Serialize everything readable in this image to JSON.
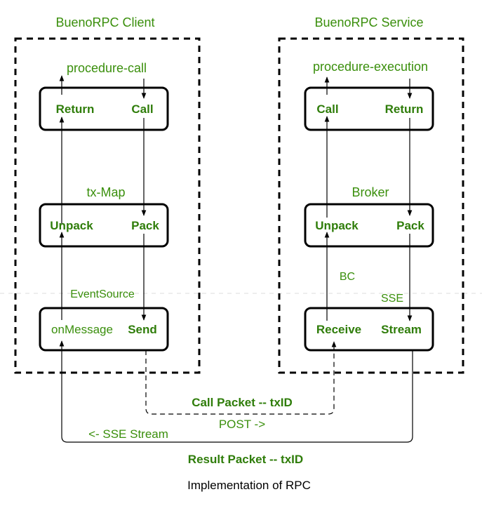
{
  "title": "Implementation of RPC",
  "client": {
    "title": "BuenoRPC Client",
    "top_label": "procedure-call",
    "layer1": {
      "left": "Return",
      "right": "Call"
    },
    "middle_label": "tx-Map",
    "layer2": {
      "left": "Unpack",
      "right": "Pack"
    },
    "transport_label": "EventSource",
    "layer3": {
      "left": "onMessage",
      "right": "Send"
    }
  },
  "service": {
    "title": "BuenoRPC Service",
    "top_label": "procedure-execution",
    "layer1": {
      "left": "Call",
      "right": "Return"
    },
    "middle_label": "Broker",
    "layer2": {
      "left": "Unpack",
      "right": "Pack"
    },
    "left_transport_label": "BC",
    "right_transport_label": "SSE",
    "layer3": {
      "left": "Receive",
      "right": "Stream"
    }
  },
  "links": {
    "call_packet": "Call Packet -- txID",
    "post": "POST ->",
    "sse_stream": "<- SSE Stream",
    "result_packet": "Result Packet -- txID"
  },
  "colors": {
    "label_green": "#3a8f0c",
    "line": "#000000"
  }
}
